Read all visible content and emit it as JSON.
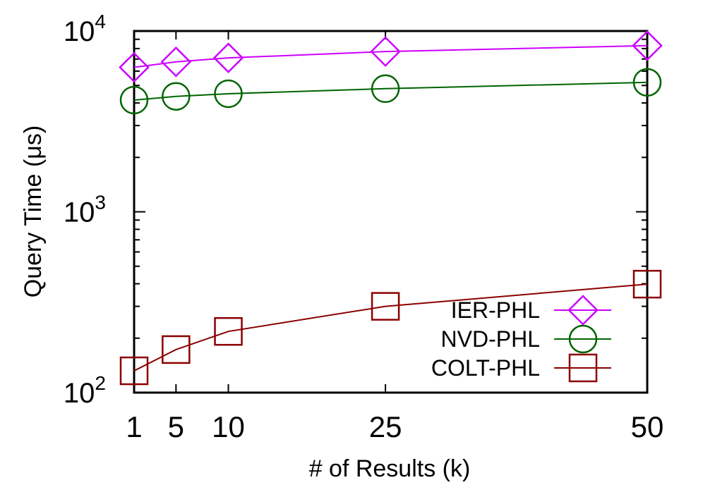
{
  "chart_data": {
    "type": "line",
    "title": "",
    "xlabel": "# of Results (k)",
    "ylabel": "Query Time (μs)",
    "x": [
      1,
      5,
      10,
      25,
      50
    ],
    "xlim": [
      1,
      50
    ],
    "ylim": [
      100,
      10000
    ],
    "yscale": "log",
    "xticks": [
      "1",
      "5",
      "10",
      "25",
      "50"
    ],
    "yticks": [
      {
        "base": "10",
        "exp": "2",
        "value": 100
      },
      {
        "base": "10",
        "exp": "3",
        "value": 1000
      },
      {
        "base": "10",
        "exp": "4",
        "value": 10000
      }
    ],
    "grid": false,
    "legend_position": "bottom-right",
    "series": [
      {
        "name": "IER-PHL",
        "color": "#cc00ff",
        "marker": "diamond",
        "values": [
          6300,
          6750,
          7100,
          7700,
          8300
        ]
      },
      {
        "name": "NVD-PHL",
        "color": "#006400",
        "marker": "circle",
        "values": [
          4150,
          4350,
          4500,
          4800,
          5200
        ]
      },
      {
        "name": "COLT-PHL",
        "color": "#8b0000",
        "marker": "square",
        "values": [
          132,
          173,
          218,
          300,
          398
        ]
      }
    ]
  }
}
